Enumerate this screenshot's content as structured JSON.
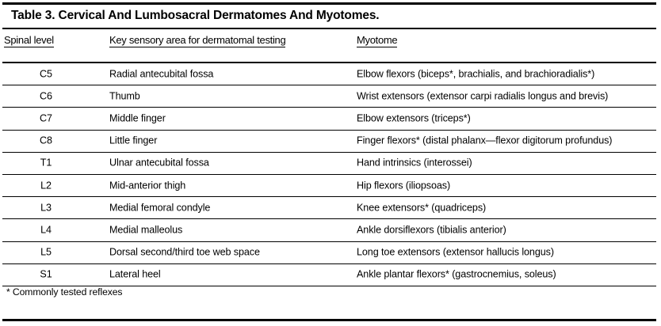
{
  "table": {
    "title": "Table 3. Cervical And Lumbosacral Dermatomes And Myotomes.",
    "columns": [
      "Spinal level",
      "Key sensory area for dermatomal testing",
      "Myotome"
    ],
    "rows": [
      {
        "level": "C5",
        "sensory": "Radial antecubital fossa",
        "myotome": "Elbow flexors (biceps*, brachialis, and brachioradialis*)"
      },
      {
        "level": "C6",
        "sensory": "Thumb",
        "myotome": "Wrist extensors (extensor carpi radialis longus and brevis)"
      },
      {
        "level": "C7",
        "sensory": "Middle finger",
        "myotome": "Elbow extensors (triceps*)"
      },
      {
        "level": "C8",
        "sensory": "Little finger",
        "myotome": "Finger flexors* (distal phalanx—flexor digitorum profundus)"
      },
      {
        "level": "T1",
        "sensory": "Ulnar antecubital fossa",
        "myotome": "Hand intrinsics (interossei)"
      },
      {
        "level": "L2",
        "sensory": "Mid-anterior thigh",
        "myotome": "Hip flexors (iliopsoas)"
      },
      {
        "level": "L3",
        "sensory": "Medial femoral condyle",
        "myotome": "Knee extensors* (quadriceps)"
      },
      {
        "level": "L4",
        "sensory": "Medial malleolus",
        "myotome": "Ankle dorsiflexors (tibialis anterior)"
      },
      {
        "level": "L5",
        "sensory": "Dorsal second/third toe web space",
        "myotome": "Long toe extensors (extensor hallucis longus)"
      },
      {
        "level": "S1",
        "sensory": "Lateral heel",
        "myotome": "Ankle plantar flexors* (gastrocnemius, soleus)"
      }
    ],
    "footnote": "* Commonly tested reflexes",
    "colors": {
      "text": "#000000",
      "background": "#ffffff",
      "rule": "#000000"
    }
  }
}
